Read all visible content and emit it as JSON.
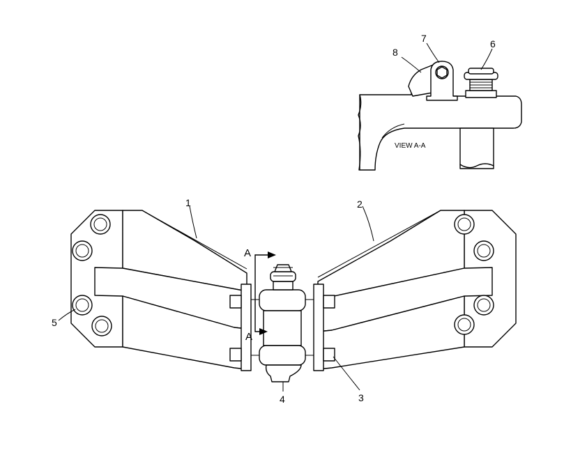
{
  "callouts": {
    "c1": "1",
    "c2": "2",
    "c3": "3",
    "c4": "4",
    "c5": "5",
    "c6": "6",
    "c7": "7",
    "c8": "8"
  },
  "section_view": {
    "title": "VIEW A-A",
    "marker_top": "A",
    "marker_bottom": "A"
  }
}
